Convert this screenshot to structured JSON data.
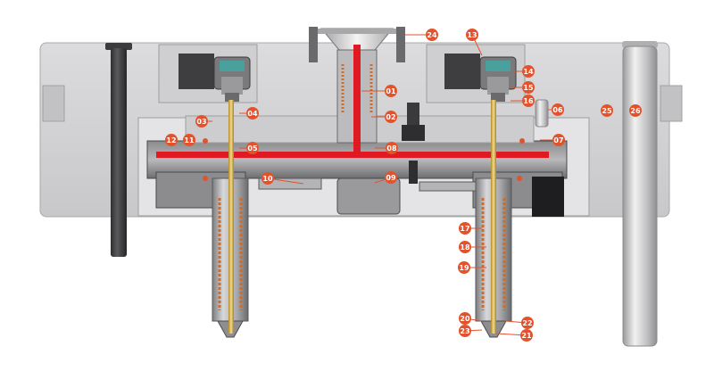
{
  "diagram": {
    "colors": {
      "accent": "#e2532d",
      "melt_channel": "#e01a22",
      "plate_light": "#d6d6d8",
      "plate_dark": "#6e6e70",
      "background": "#ffffff"
    },
    "callouts": [
      {
        "id": "c01",
        "label": "01"
      },
      {
        "id": "c02",
        "label": "02"
      },
      {
        "id": "c03",
        "label": "03"
      },
      {
        "id": "c04",
        "label": "04"
      },
      {
        "id": "c05",
        "label": "05"
      },
      {
        "id": "c06",
        "label": "06"
      },
      {
        "id": "c07",
        "label": "07"
      },
      {
        "id": "c08",
        "label": "08"
      },
      {
        "id": "c09",
        "label": "09"
      },
      {
        "id": "c10",
        "label": "10"
      },
      {
        "id": "c11",
        "label": "11"
      },
      {
        "id": "c12",
        "label": "12"
      },
      {
        "id": "c13",
        "label": "13"
      },
      {
        "id": "c14",
        "label": "14"
      },
      {
        "id": "c15",
        "label": "15"
      },
      {
        "id": "c16",
        "label": "16"
      },
      {
        "id": "c17",
        "label": "17"
      },
      {
        "id": "c18",
        "label": "18"
      },
      {
        "id": "c19",
        "label": "19"
      },
      {
        "id": "c20",
        "label": "20"
      },
      {
        "id": "c21",
        "label": "21"
      },
      {
        "id": "c22",
        "label": "22"
      },
      {
        "id": "c23",
        "label": "23"
      },
      {
        "id": "c24",
        "label": "24"
      },
      {
        "id": "c25",
        "label": "25"
      },
      {
        "id": "c26",
        "label": "26"
      }
    ]
  }
}
